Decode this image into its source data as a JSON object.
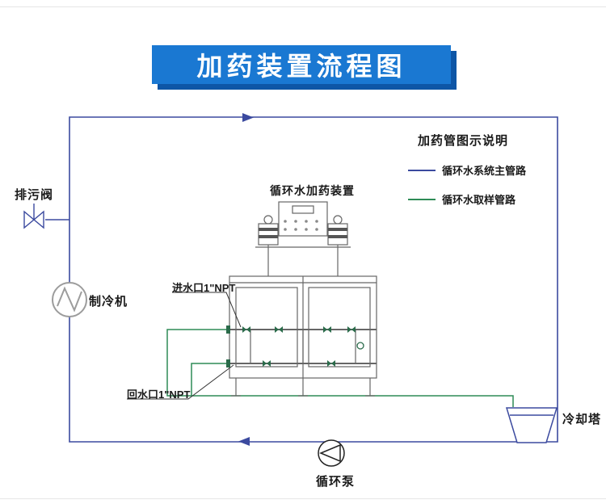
{
  "title": {
    "text": "加药装置流程图"
  },
  "legend": {
    "title": "加药管图示说明",
    "items": [
      {
        "label": "循环水系统主管路",
        "color": "#3b4a9f"
      },
      {
        "label": "循环水取样管路",
        "color": "#2e8b57"
      }
    ]
  },
  "labels": {
    "drain_valve": "排污阀",
    "chiller": "制冷机",
    "dosing_device": "循环水加药装置",
    "inlet_port": "进水口1\"NPT",
    "return_port": "回水口1\"NPT",
    "cooling_tower": "冷却塔",
    "circulation_pump": "循环泵"
  },
  "colors": {
    "main_pipeline": "#3b4a9f",
    "sample_pipeline": "#2e8b57",
    "title_background": "#1a78d2",
    "title_shadow": "#0e56a6",
    "title_text": "#ffffff"
  }
}
